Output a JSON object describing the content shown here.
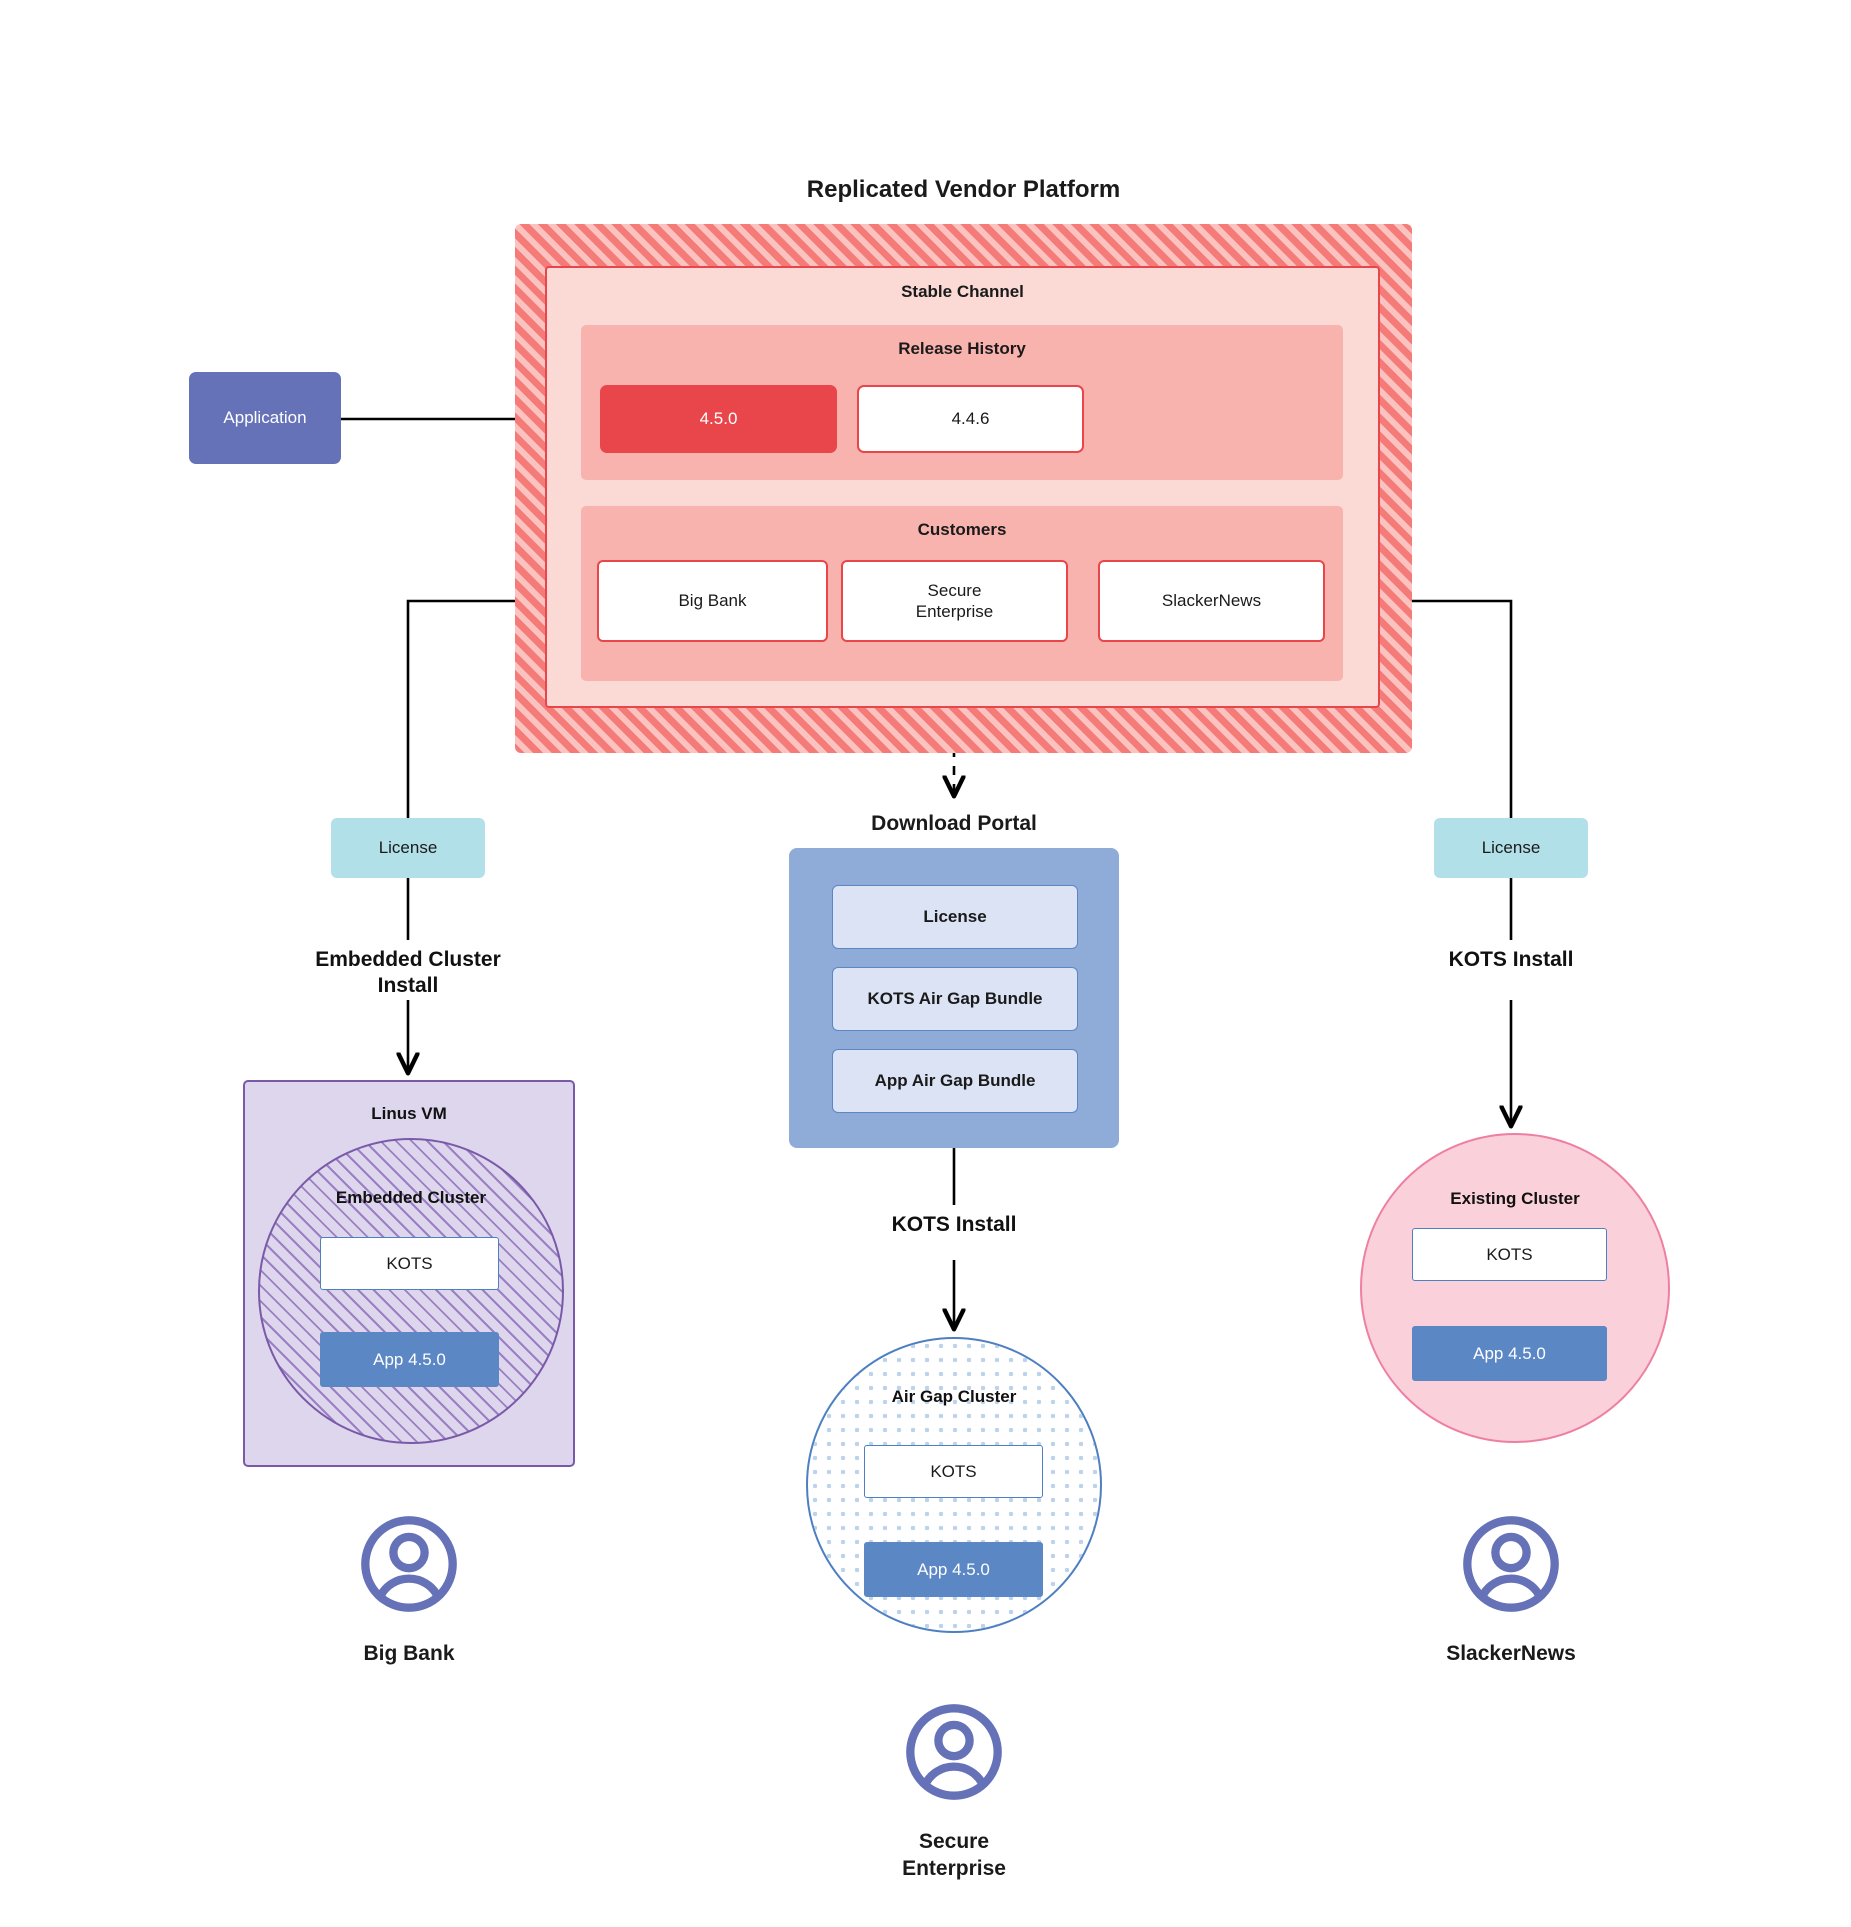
{
  "diagram": {
    "title": "Replicated Vendor Platform",
    "application": {
      "label": "Application"
    },
    "vendor_platform": {
      "label": "Replicated Vendor Platform",
      "channel": {
        "label": "Stable Channel"
      },
      "release_history": {
        "label": "Release History",
        "releases": [
          {
            "version": "4.5.0",
            "state": "current"
          },
          {
            "version": "4.4.6",
            "state": "previous"
          }
        ]
      },
      "customers": {
        "label": "Customers",
        "items": [
          {
            "name": "Big Bank"
          },
          {
            "name": "Secure\nEnterprise"
          },
          {
            "name": "SlackerNews"
          }
        ]
      }
    },
    "licenses": [
      {
        "label": "License",
        "for": "Big Bank"
      },
      {
        "label": "License",
        "for": "SlackerNews"
      }
    ],
    "download_portal": {
      "label": "Download  Portal",
      "items": [
        {
          "label": "License"
        },
        {
          "label": "KOTS Air Gap Bundle"
        },
        {
          "label": "App Air Gap Bundle"
        }
      ]
    },
    "install_labels": {
      "embedded": "Embedded Cluster\nInstall",
      "airgap_kots": "KOTS Install",
      "existing_kots": "KOTS Install"
    },
    "targets": {
      "big_bank": {
        "host_label": "Linus VM",
        "cluster_label": "Embedded Cluster",
        "kots_label": "KOTS",
        "app_label": "App 4.5.0",
        "persona": "Big Bank"
      },
      "secure_enterprise": {
        "cluster_label": "Air Gap Cluster",
        "kots_label": "KOTS",
        "app_label": "App 4.5.0",
        "persona": "Secure\nEnterprise"
      },
      "slackernews": {
        "cluster_label": "Existing Cluster",
        "kots_label": "KOTS",
        "app_label": "App 4.5.0",
        "persona": "SlackerNews"
      }
    },
    "colors": {
      "platform_hatch": "#f47b77",
      "channel_bg": "#fbdad6",
      "section_bg": "#f9b3ae",
      "release_current": "#e8464b",
      "accent_border": "#e8464b",
      "application": "#6672b8",
      "license": "#b2e0e8",
      "portal": "#8fabd8",
      "portal_item": "#dbe3f5",
      "app": "#5b87c5",
      "vm": "#ddd6ec",
      "vm_border": "#7a5aa8",
      "airgap_border": "#4e7fc1",
      "existing_cluster": "#fad0da",
      "existing_cluster_border": "#ef7fa0",
      "avatar": "#6672b8"
    },
    "icons": {
      "avatar": "user-avatar-icon"
    }
  }
}
